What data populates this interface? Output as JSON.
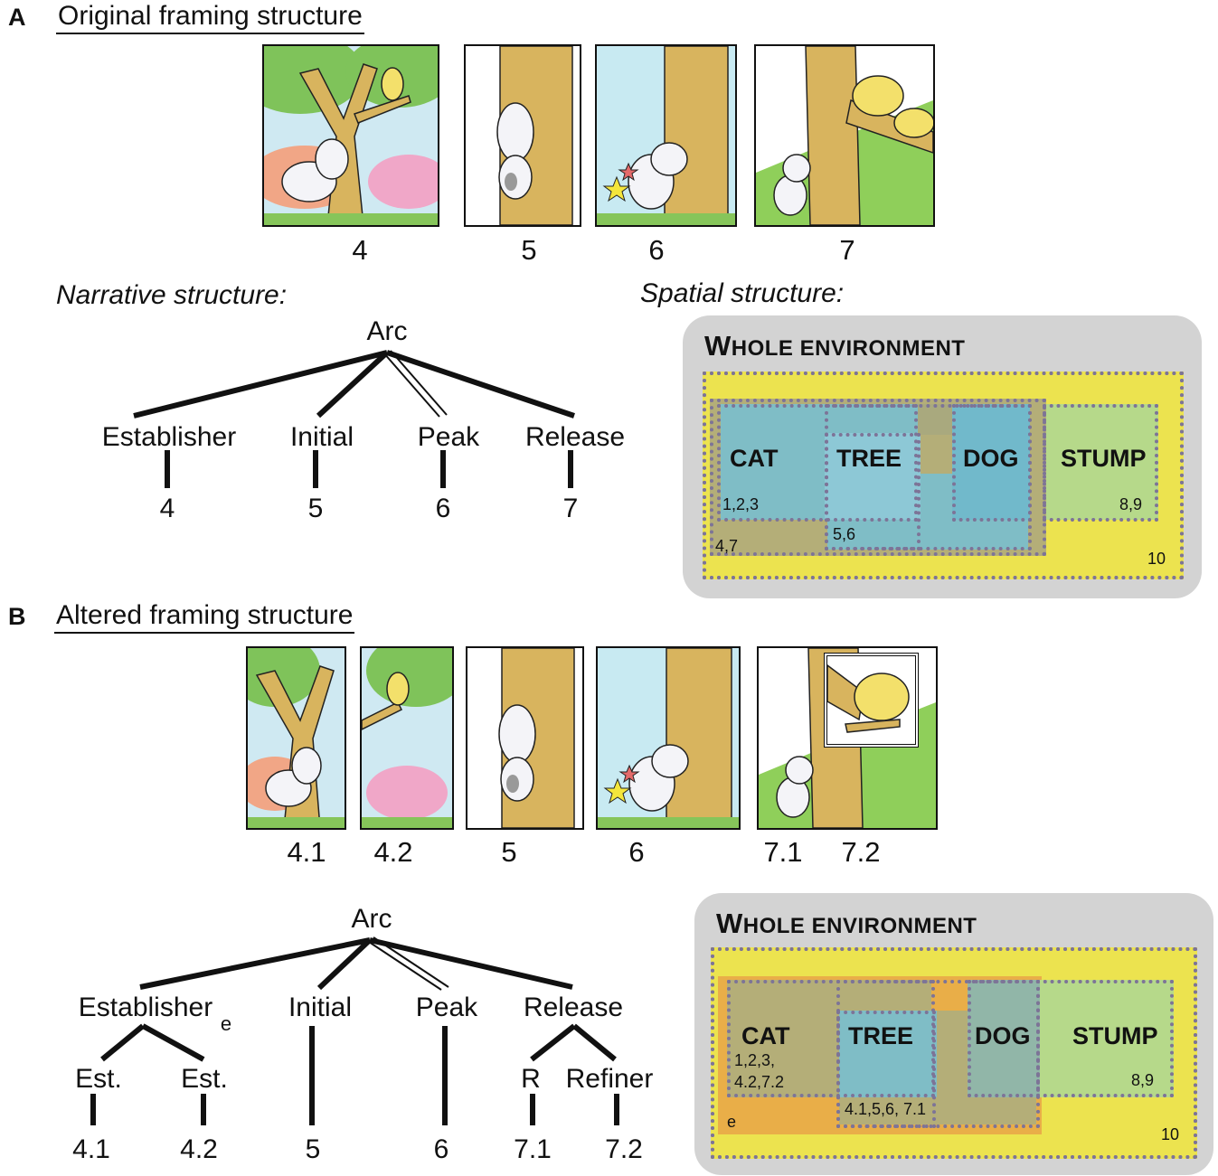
{
  "colors": {
    "env_bg": "#d3d3d3",
    "yellow": "#ece34f",
    "cat_region": "#b4ae78",
    "tree_region": "#7fbdc6",
    "dog_region": "#71b9cb",
    "stump_region": "#b6d98a",
    "orange": "#e9ae48",
    "dotted_border": "#7d7497"
  },
  "section_a": {
    "letter": "A",
    "title": "Original framing structure",
    "panels": [
      {
        "label": "4",
        "icon": "tree-dog-cat-scene-panel"
      },
      {
        "label": "5",
        "icon": "dog-climbing-tree-panel"
      },
      {
        "label": "6",
        "icon": "dog-hitting-tree-panel"
      },
      {
        "label": "7",
        "icon": "cat-on-branch-dog-below-panel"
      }
    ],
    "narrative_heading": "Narrative structure:",
    "spatial_heading": "Spatial structure:",
    "tree": {
      "root": "Arc",
      "nodes": [
        "Establisher",
        "Initial",
        "Peak",
        "Release"
      ],
      "leaves": [
        "4",
        "5",
        "6",
        "7"
      ]
    },
    "env": {
      "title_first": "W",
      "title_rest": "HOLE ENVIRONMENT",
      "labels": {
        "cat": "CAT",
        "tree": "TREE",
        "dog": "DOG",
        "stump": "STUMP"
      },
      "numbers": {
        "cat": "1,2,3",
        "stump": "8,9",
        "cat_lower": "4,7",
        "tree_lower": "5,6",
        "whole": "10"
      }
    }
  },
  "section_b": {
    "letter": "B",
    "title": "Altered framing structure",
    "panels": [
      {
        "label": "4.1",
        "icon": "tree-dog-panel"
      },
      {
        "label": "4.2",
        "icon": "cat-in-branches-panel"
      },
      {
        "label": "5",
        "icon": "dog-climbing-tree-panel"
      },
      {
        "label": "6",
        "icon": "dog-hitting-tree-panel"
      },
      {
        "label": "7.1",
        "icon": "dog-below-tree-panel"
      },
      {
        "label": "7.2",
        "icon": "cat-closeup-inset-panel"
      }
    ],
    "tree": {
      "root": "Arc",
      "nodes": [
        "Establisher",
        "Initial",
        "Peak",
        "Release"
      ],
      "establisher_subscript": "e",
      "subnodes": [
        "Est.",
        "Est.",
        "R",
        "Refiner"
      ],
      "leaves": [
        "4.1",
        "4.2",
        "5",
        "6",
        "7.1",
        "7.2"
      ]
    },
    "env": {
      "title_first": "W",
      "title_rest": "HOLE ENVIRONMENT",
      "labels": {
        "cat": "CAT",
        "tree": "TREE",
        "dog": "DOG",
        "stump": "STUMP"
      },
      "numbers": {
        "cat_line1": "1,2,3,",
        "cat_line2": "4.2,7.2",
        "stump": "8,9",
        "tree_lower": "4.1,5,6, 7.1",
        "e": "e",
        "whole": "10"
      }
    }
  }
}
